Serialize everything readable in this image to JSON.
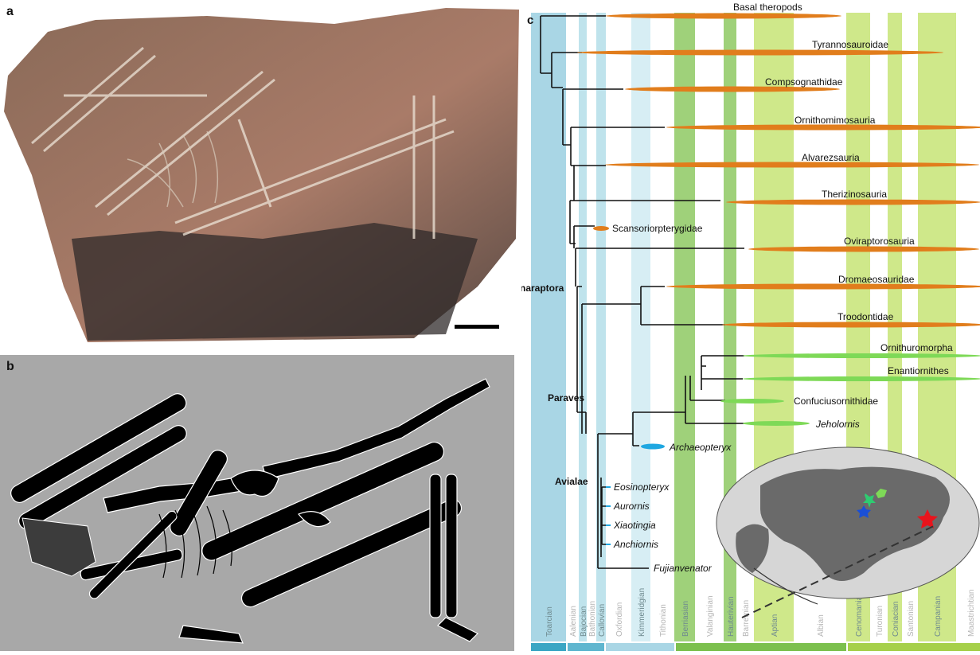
{
  "panels": {
    "a": "a",
    "b": "b",
    "c": "c"
  },
  "stages": [
    "Toarcian",
    "Aalenian",
    "Bajocian",
    "Bathonian",
    "Callovian",
    "Oxfordian",
    "Kimmeridgian",
    "Tithonian",
    "Berriasian",
    "Valanginian",
    "Hauterivian",
    "Barremian",
    "Aptian",
    "Albian",
    "Cenomanian",
    "Turonian",
    "Coniacian",
    "Santonian",
    "Campanian",
    "Maastrichtian"
  ],
  "clades": {
    "basal_theropods": "Basal theropods",
    "tyrannosauroidae": "Tyrannosauroidae",
    "compsognathidae": "Compsognathidae",
    "ornithomimosauria": "Ornithomimosauria",
    "alvarezsauria": "Alvarezsauria",
    "therizinosauria": "Therizinosauria",
    "scansoriopterygidae": "Scansoriorpterygidae",
    "oviraptorosauria": "Oviraptorosauria",
    "dromaeosauridae": "Dromaeosauridae",
    "troodontidae": "Troodontidae",
    "ornithuromorpha": "Ornithuromorpha",
    "enantiornithes": "Enantiornithes",
    "confuciusornithidae": "Confuciusornithidae",
    "jeholornis": "Jeholornis",
    "archaeopteryx": "Archaeopteryx",
    "eosinopteryx": "Eosinopteryx",
    "aurornis": "Aurornis",
    "xiaotingia": "Xiaotingia",
    "anchiornis": "Anchiornis",
    "fujianvenator": "Fujianvenator"
  },
  "nodes": {
    "pennaraptora": "Pennaraptora",
    "paraves": "Paraves",
    "avialae": "Avialae"
  },
  "colors": {
    "early_jurassic": "#a9d6e5",
    "middle_jurassic": "#bfe3ec",
    "late_jurassic": "#d7eef4",
    "early_cretaceous": "#9fd17a",
    "late_cretaceous": "#cfe88a",
    "non_avian_range": "#e17d1c",
    "avian_range": "#7ed957",
    "archaeopteryx_range": "#1ea7e1"
  }
}
